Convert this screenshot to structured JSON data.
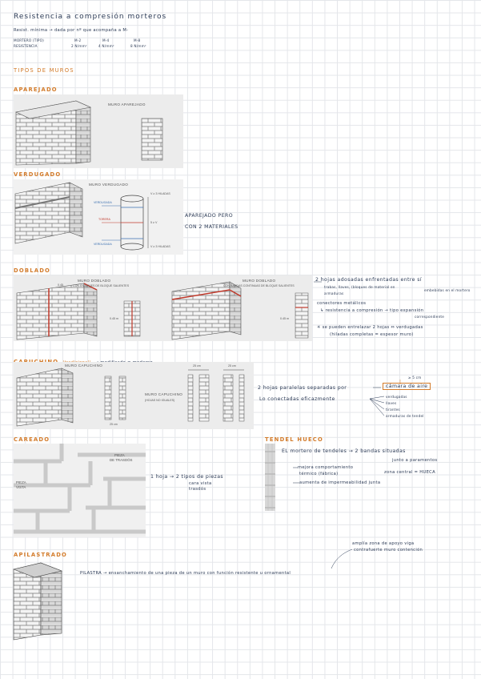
{
  "header": {
    "title": "Resistencia a compresión morteros",
    "line1": "Resist. mínima → dada por nº que acompaña a M-",
    "row_labels_1": "MORTERO (TIPO)",
    "row_labels_2": "RESISTENCIA",
    "m2_type": "M-2",
    "m2_res": "2 N/mm²",
    "m4_type": "M-4",
    "m4_res": "4 N/mm²",
    "m8_type": "M-8",
    "m8_res": "8 N/mm²"
  },
  "tipos_title": "TIPOS DE MUROS",
  "aparejado": {
    "heading": "APAREJADO",
    "fig_caption": "MURO APAREJADO"
  },
  "verdugado": {
    "heading": "VERDUGADO",
    "fig_caption": "MURO VERDUGADO",
    "labels": [
      "VERDUGADA",
      "TORERA",
      "VERDUGADA"
    ],
    "dims": [
      "V ≥ 3 HILADAS",
      "5 ≥ V",
      "V ≥ 3 HILADAS"
    ],
    "note1": "APAREJADO PERO",
    "note2": "CON 2 MATERIALES"
  },
  "doblado": {
    "heading": "DOBLADO",
    "cap1": "MURO DOBLADO",
    "sub1": "CON ENJARJES DE BLOQUE SALIENTES",
    "cap2": "MURO DOBLADO",
    "sub2": "CON BANDAS CONTINUAS DE BLOQUE SALIENTES",
    "dim1": "0.45 m",
    "dim2": "0.45 m",
    "dim3": "0.45",
    "n1": "2 hojas adosadas enfrentadas entre sí",
    "n2": "trabas, llaves, (bloques de material en",
    "n2b": "armaduras",
    "n2c": "embebidas en el mortero",
    "n3": "conectores metálicos",
    "n4": "↳ resistencia a compresión → tipo expansión",
    "n4b": "correspondiente",
    "n5": "✳ se pueden entrelazar 2 hojas ⇔ verdugadas",
    "n5b": "(hiladas completas = espesor muro)"
  },
  "capuchino": {
    "heading": "CAPUCHINO",
    "heading_paren": "(tradicional)",
    "heading_rest": "→ modificado = moderno",
    "cap1": "MURO CAPUCHINO",
    "cap2": "MURO CAPUCHINO",
    "cap2b": "(HOJAS NO IGUALES)",
    "dims": [
      "25 cm",
      "25 cm",
      "25 cm"
    ],
    "n_top": "≥ 5 cm",
    "n1": "2 hojas paralelas separadas por",
    "box": "cámara de aire",
    "n2": "Lo conectadas eficazmente",
    "opts": [
      "verdugadas",
      "llaves",
      "tirantes",
      "armaduras de tendel"
    ]
  },
  "careado": {
    "heading": "CAREADO",
    "pieza_trasdos_1": "PIEZA",
    "pieza_trasdos_2": "DE TRASDÓS",
    "pieza_vista_1": "PIEZA",
    "pieza_vista_2": "VISTA",
    "n1": "1 hoja → 2 tipos de piezas",
    "n2": "cara vista",
    "n3": "trasdós"
  },
  "tendel": {
    "heading": "TENDEL HUECO",
    "n1": "EL mortero de tendeles → 2 bandas situadas",
    "n1b": "junto a paramentos",
    "n2": "mejora comportamiento",
    "n2b": "térmico (fábrica)",
    "n3": "zona central = HUECA",
    "n4": "aumenta de impermeabilidad junta"
  },
  "apilastrado": {
    "heading": "APILASTRADO",
    "top1": "amplía zona de apoyo viga",
    "top2": "contrafuerte muro contención",
    "line": "PILASTRA → ensanchamiento de una pieza de un muro con función resistente u ornamental"
  }
}
